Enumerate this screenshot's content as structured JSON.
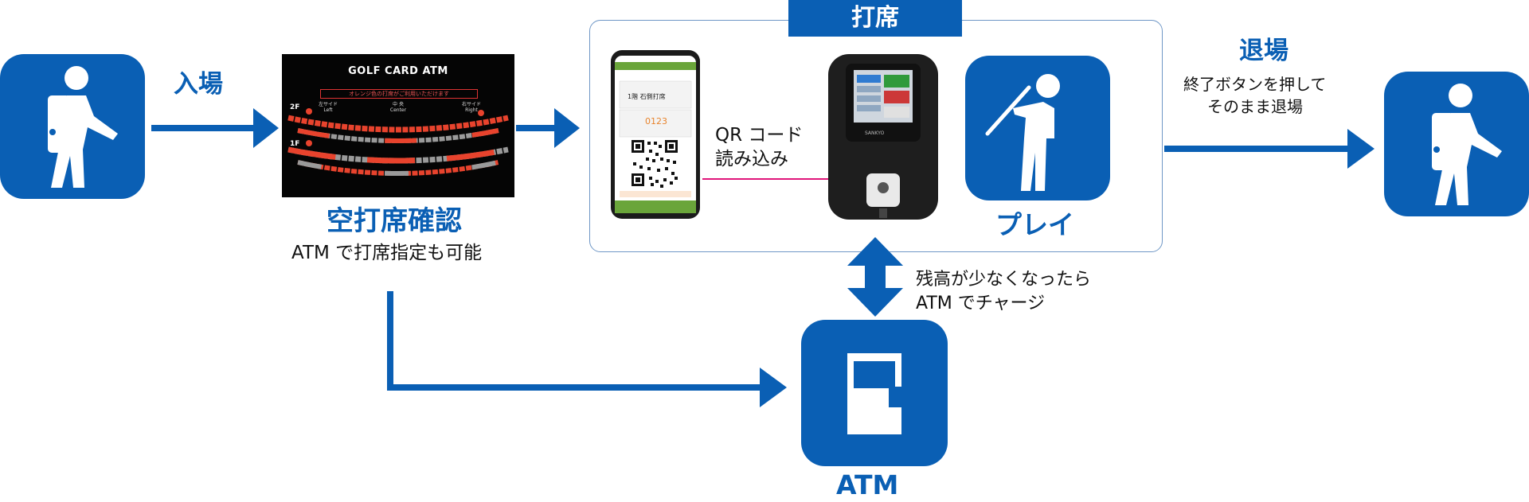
{
  "steps": {
    "enter": {
      "label": "入場",
      "icon": "person-standing-icon"
    },
    "check": {
      "title": "空打席確認",
      "subtitle": "ATM で打席指定も可能"
    },
    "booth": {
      "tab_label": "打席",
      "qr_label_line1": "QR コード",
      "qr_label_line2": "読み込み",
      "play_label": "プレイ",
      "play_icon": "golfer-icon"
    },
    "exit": {
      "label": "退場",
      "desc_line1": "終了ボタンを押して",
      "desc_line2": "そのまま退場",
      "icon": "person-standing-icon"
    },
    "atm": {
      "label": "ATM",
      "charge_line1": "残高が少なくなったら",
      "charge_line2": "ATM でチャージ",
      "icon": "atm-machine-icon"
    }
  },
  "atm_screen": {
    "title": "GOLF CARD ATM",
    "banner": "オレンジ色の打席がご利用いただけます",
    "floor_upper": "2F",
    "floor_lower": "1F",
    "zone_left": "左サイド\nLeft",
    "zone_center": "中 央\nCenter",
    "zone_right": "右サイド\nRight"
  },
  "phone_screen": {
    "floor_bay": "1階  石側打席",
    "number": "0123"
  },
  "kiosk": {
    "brand": "SANKYO"
  },
  "colors": {
    "brand_blue": "#0a5fb4",
    "pointer_magenta": "#e0157a",
    "bay_orange": "#e8432d",
    "bay_grey": "#9a9a9a"
  }
}
